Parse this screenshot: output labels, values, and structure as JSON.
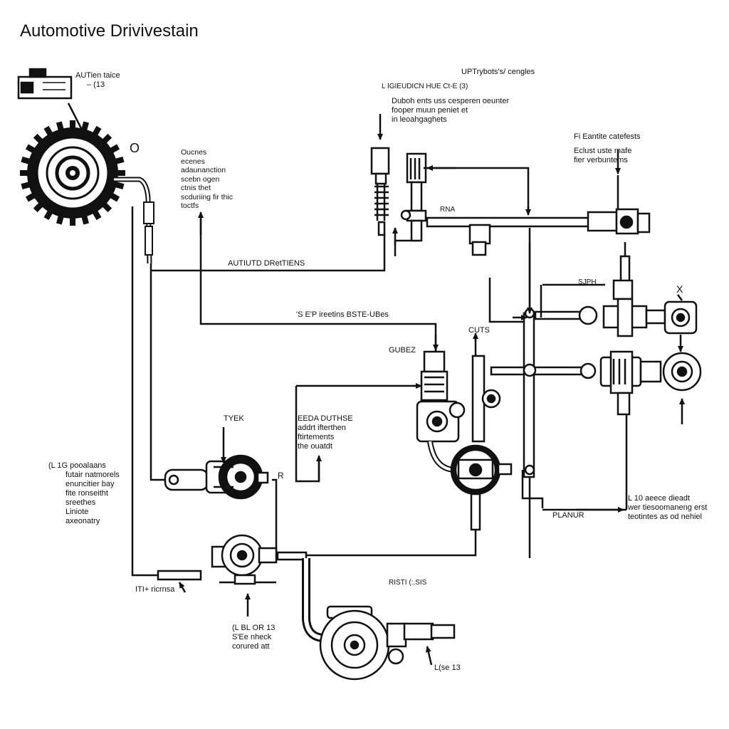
{
  "title": "Automotive Drivivestain",
  "labels": {
    "top_left_box": [
      "AUTien taice",
      "– (13"
    ],
    "top_right_heading": "UPTrybots's/ cengles",
    "top_mid_small": "L  IGIEUDICN HUE Ct-E (3)",
    "top_mid_note": [
      "Duboh ents uss cesperen oeunter",
      "fooper muun peniet et",
      "in leoahgaghets"
    ],
    "o_mark": "O",
    "left_note": [
      "Oucnes",
      "ecenes",
      "adaunanction",
      "scebn ogen",
      "ctnis thet",
      "scduriing fir thic",
      "toctfs"
    ],
    "right_upper_heading": "Fi Eantite catefests",
    "right_upper_note": [
      "Eclust uste mafe",
      "fier verbuntems"
    ],
    "rna": "RNA",
    "auto_drive": "AUTIUTD DRetTIENS",
    "sjph": "SJPH",
    "x_mark": "X",
    "mid_heading": "'S E'P ireetins BSTE-UBes",
    "cuts": "CUTS",
    "gubez": "GUBEZ",
    "tyek": "TYEK",
    "center_note": [
      "EEDA DUTHSE",
      "addrt ifterthen",
      "ftirtements",
      "the ouatdt"
    ],
    "r_mark": "R",
    "left_mid_note": [
      "(L 1G pooalaans",
      "futair natmorels",
      "enuncitier bay",
      "fite ronseitht",
      "sreethes",
      "Liniote",
      "axeonatry"
    ],
    "planur": "PLANUR",
    "right_lower_note": [
      "L  10 aeece dieadt",
      "wer tiesoomaneng erst",
      "teotintes as od nehiel"
    ],
    "bottom_left": "ITI+ ricrnsa",
    "bottom_center_small": "RISTI  (:.SIS",
    "bottom_stack": [
      "(L  BL OR 13",
      "S'Ee nheck",
      "corured att"
    ],
    "bottom_right": "L(se 13"
  }
}
